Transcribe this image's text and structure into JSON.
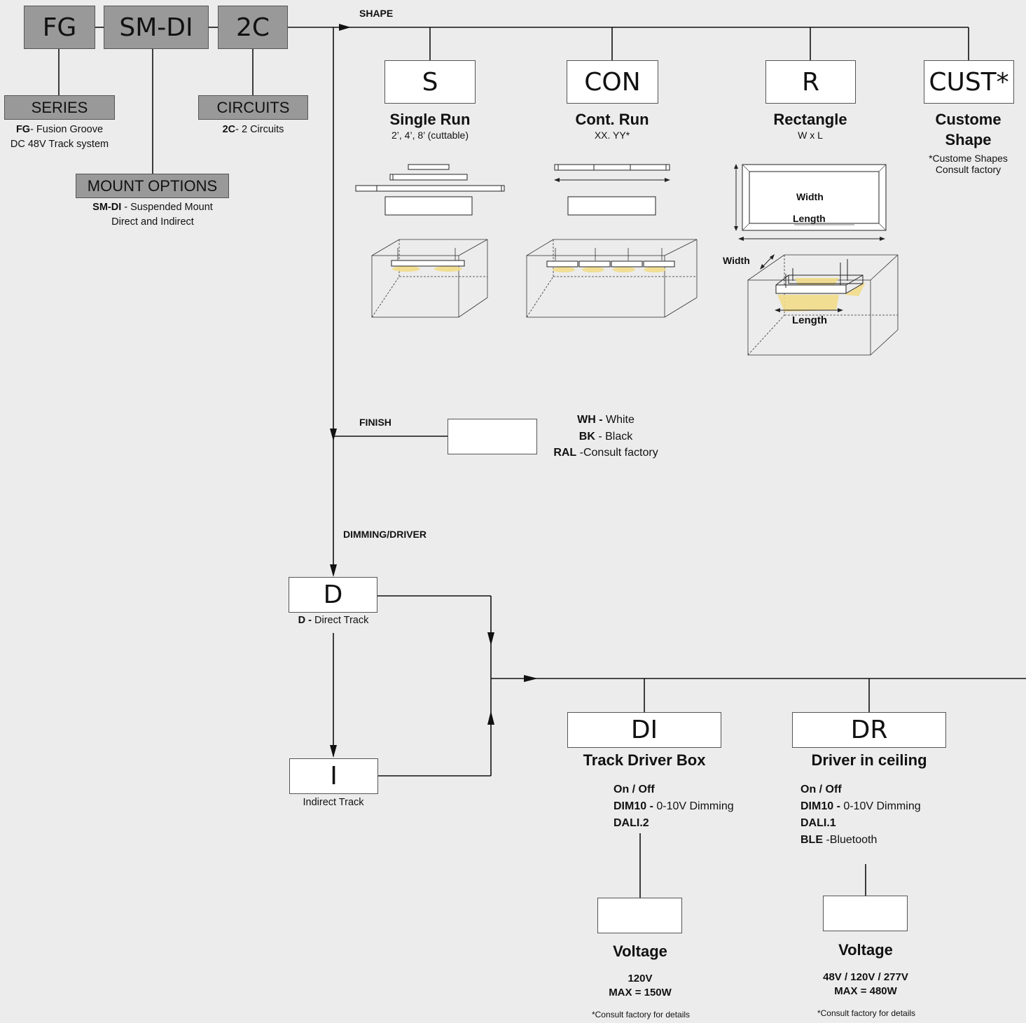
{
  "top_codes": {
    "series": "FG",
    "mount": "SM-DI",
    "circuits": "2C"
  },
  "series": {
    "heading": "SERIES",
    "code": "FG",
    "desc_line1": "- Fusion Groove",
    "desc_line2": "DC 48V Track system"
  },
  "circuits": {
    "heading": "CIRCUITS",
    "code": "2C",
    "desc": "- 2 Circuits"
  },
  "mount": {
    "heading": "MOUNT OPTIONS",
    "code": "SM-DI",
    "desc_line1": " - Suspended Mount",
    "desc_line2": "Direct and Indirect"
  },
  "sections": {
    "shape": "SHAPE",
    "finish": "FINISH",
    "dimming": "DIMMING/DRIVER"
  },
  "shapes": [
    {
      "code": "S",
      "title": "Single Run",
      "sub": "2’, 4’, 8’ (cuttable)"
    },
    {
      "code": "CON",
      "title": "Cont. Run",
      "sub": "XX. YY*"
    },
    {
      "code": "R",
      "title": "Rectangle",
      "sub": "W x L"
    },
    {
      "code": "CUST*",
      "title": "Custome Shape",
      "sub1": "*Custome Shapes",
      "sub2": "Consult factory"
    }
  ],
  "rect_labels": {
    "width": "Width",
    "length": "Length"
  },
  "finish": [
    {
      "code": "WH -",
      "text": " White"
    },
    {
      "code": "BK",
      "text": " - Black"
    },
    {
      "code": "RAL",
      "text": " -Consult factory"
    }
  ],
  "track": {
    "direct_code": "D",
    "direct_bold": "D -",
    "direct_text": " Direct Track",
    "indirect_code": "I",
    "indirect_text": "Indirect Track"
  },
  "drivers": [
    {
      "code": "DI",
      "title": "Track Driver Box",
      "options": [
        {
          "bold": "On / Off",
          "text": ""
        },
        {
          "bold": "DIM10 -",
          "text": " 0-10V Dimming"
        },
        {
          "bold": "DALI.2",
          "text": ""
        }
      ],
      "voltage_title": "Voltage",
      "voltage_value": "120V",
      "voltage_max": "MAX = 150W",
      "note": "*Consult factory for details"
    },
    {
      "code": "DR",
      "title": "Driver in ceiling",
      "options": [
        {
          "bold": "On / Off",
          "text": ""
        },
        {
          "bold": "DIM10 -",
          "text": " 0-10V Dimming"
        },
        {
          "bold": "DALI.1",
          "text": ""
        },
        {
          "bold": "BLE",
          "text": " -Bluetooth"
        }
      ],
      "voltage_title": "Voltage",
      "voltage_value": "48V / 120V / 277V",
      "voltage_max": "MAX = 480W",
      "note": "*Consult factory for details"
    }
  ]
}
